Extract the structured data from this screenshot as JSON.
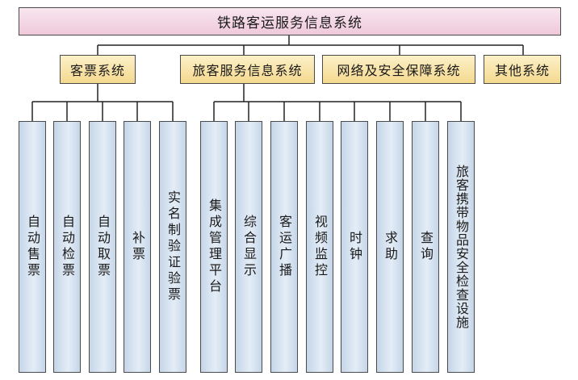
{
  "root": {
    "label": "铁路客运服务信息系统"
  },
  "level1": [
    {
      "label": "客票系统"
    },
    {
      "label": "旅客服务信息系统"
    },
    {
      "label": "网络及安全保障系统"
    },
    {
      "label": "其他系统"
    }
  ],
  "ticket_children": [
    {
      "label": "自动售票"
    },
    {
      "label": "自动检票"
    },
    {
      "label": "自动取票"
    },
    {
      "label": "补票"
    },
    {
      "label": "实名制验证验票"
    }
  ],
  "service_children": [
    {
      "label": "集成管理平台"
    },
    {
      "label": "综合显示"
    },
    {
      "label": "客运广播"
    },
    {
      "label": "视频监控"
    },
    {
      "label": "时钟"
    },
    {
      "label": "求助"
    },
    {
      "label": "查询"
    },
    {
      "label": "旅客携带物品安全检查设施"
    }
  ],
  "colors": {
    "root_fill": "#efc9da",
    "level1_fill": "#f4d98e",
    "level2_fill": "#c5d6e8",
    "line": "#222222"
  }
}
